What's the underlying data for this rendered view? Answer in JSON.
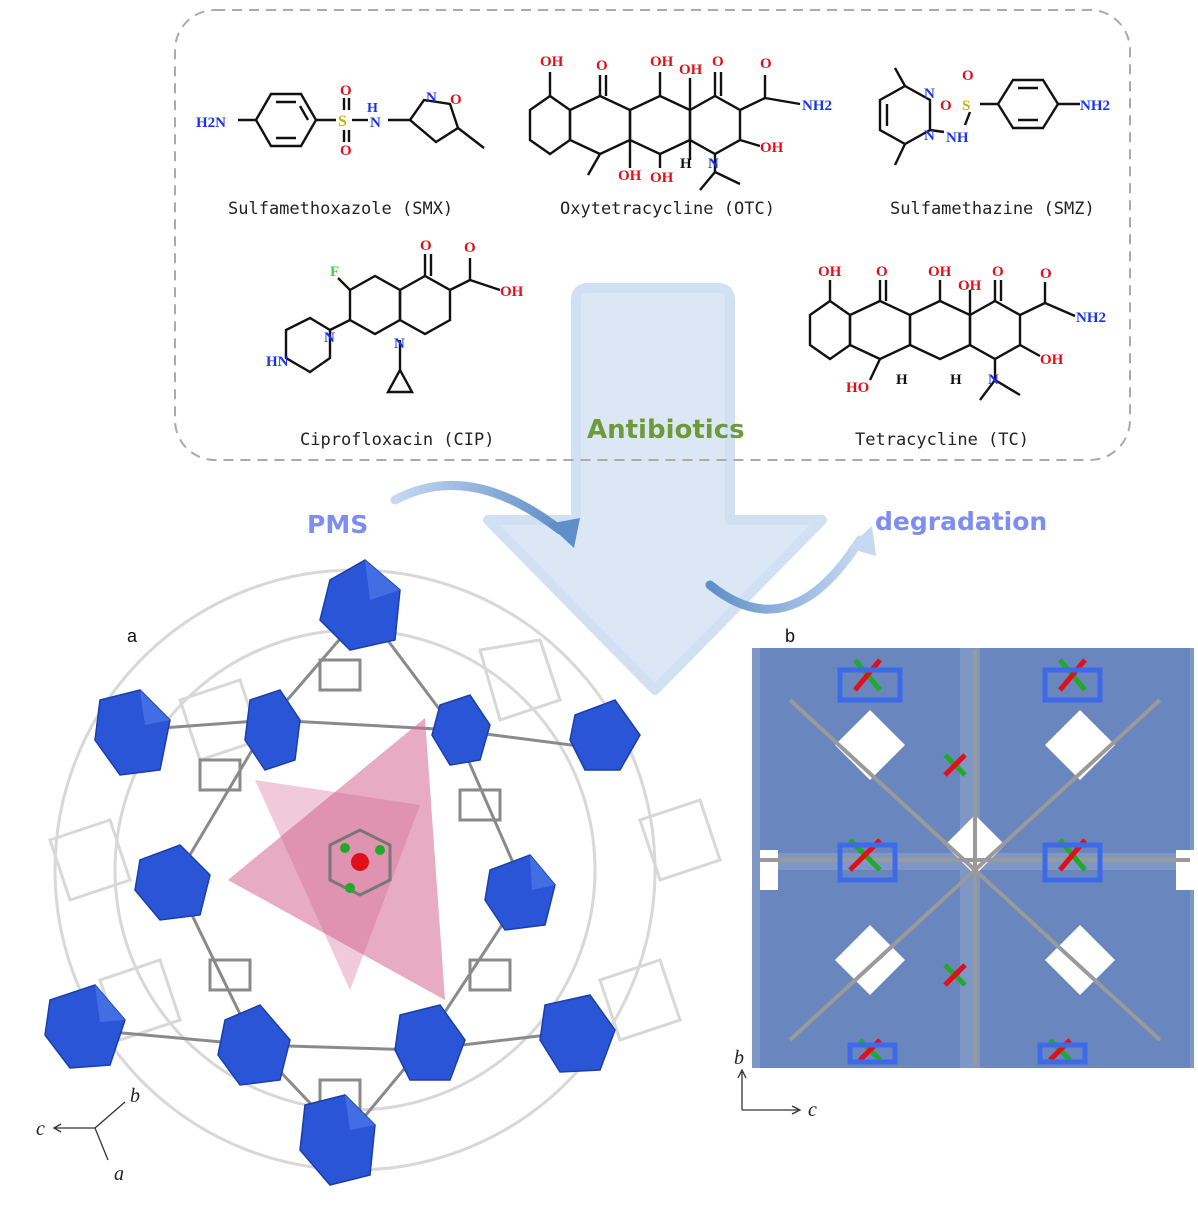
{
  "drugs": [
    {
      "name": "Sulfamethoxazole (SMX)"
    },
    {
      "name": "Oxytetracycline (OTC)"
    },
    {
      "name": "Sulfamethazine (SMZ)"
    },
    {
      "name": "Ciprofloxacin (CIP)"
    },
    {
      "name": "Tetracycline (TC)"
    }
  ],
  "flow": {
    "center": "Antibiotics",
    "input": "PMS",
    "output": "degradation"
  },
  "panels": {
    "a": "a",
    "b": "b"
  },
  "axes_a": {
    "b": "b",
    "c": "c",
    "a": "a"
  },
  "axes_b": {
    "b": "b",
    "c": "c"
  },
  "atoms": {
    "OH": "OH",
    "O": "O",
    "N": "N",
    "S": "S",
    "H": "H",
    "F": "F",
    "NH2": "NH2",
    "H2N": "H2N",
    "NH": "NH",
    "HN": "HN",
    "HO": "HO"
  },
  "colors": {
    "arrow_fill": "#dce7f5",
    "flow_text": "#7d8ef0",
    "antibiotics_text": "#6e9a3a",
    "mof_blue": "#2a55d6",
    "pink": "#d3668f",
    "oxygen": "#e0101a",
    "nitrogen": "#1a33ee",
    "sulfur": "#c8c800",
    "fluorine": "#33dd33"
  }
}
